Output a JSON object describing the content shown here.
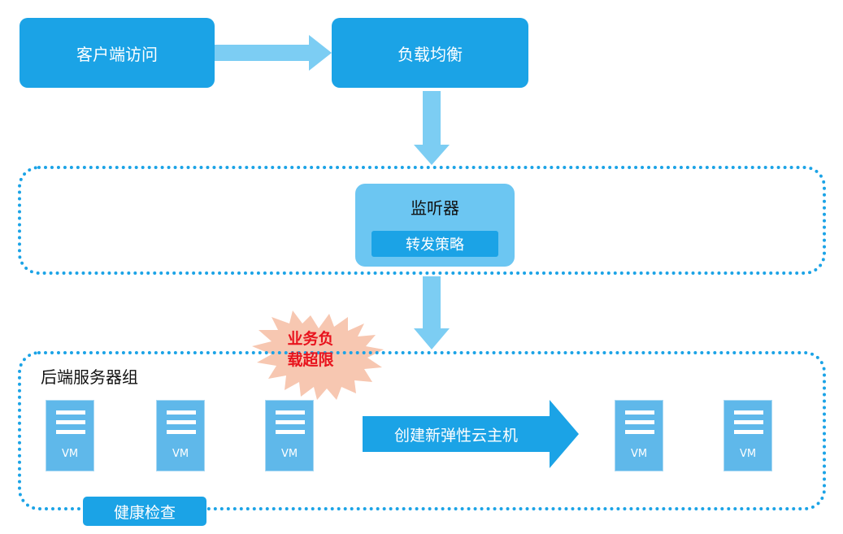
{
  "nodes": {
    "client": "客户端访问",
    "load_balancer": "负载均衡",
    "listener": "监听器",
    "forward_policy": "转发策略",
    "backend_group": "后端服务器组",
    "health_check": "健康检查"
  },
  "overload_burst": {
    "line1": "业务负",
    "line2": "载超限"
  },
  "scale_arrow_label": "创建新弹性云主机",
  "vm_label": "VM",
  "vms": [
    {
      "label": "VM"
    },
    {
      "label": "VM"
    },
    {
      "label": "VM"
    },
    {
      "label": "VM"
    },
    {
      "label": "VM"
    }
  ],
  "colors": {
    "primary": "#1ba3e6",
    "light": "#6cc6f2",
    "arrow": "#7ccdf3",
    "burst": "#f7c7b1",
    "alert_text": "#e8141e"
  }
}
